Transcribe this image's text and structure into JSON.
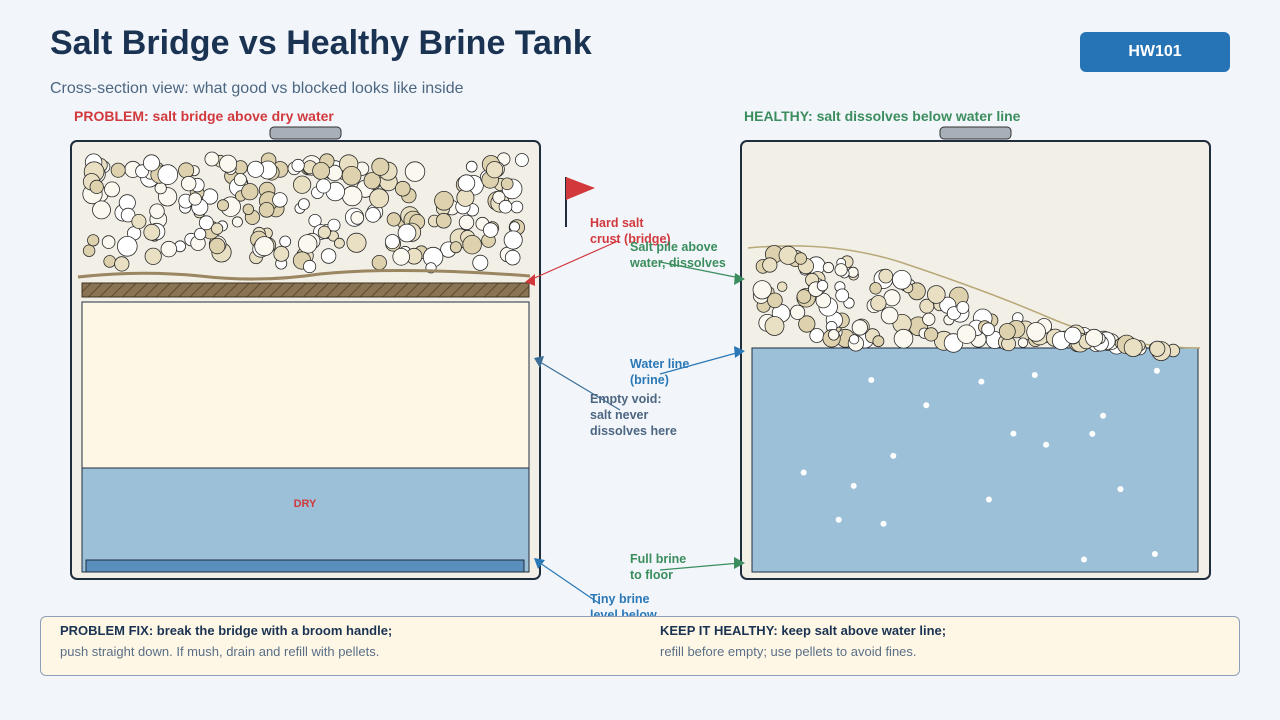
{
  "header": {
    "title": "Salt Bridge vs Healthy Brine Tank",
    "subtitle": "Cross-section view: what good vs blocked looks like inside",
    "badge": "HW101"
  },
  "panels": {
    "problem_label": "PROBLEM: salt bridge above dry water",
    "healthy_label": "HEALTHY: salt dissolves below water line",
    "dry_label": "DRY"
  },
  "callouts": {
    "crust": "Hard salt\ncrust (bridge)",
    "void": "Empty void:\nsalt never\ndissolves here",
    "tiny_brine": "Tiny brine\nlevel below",
    "salt_pile": "Salt pile above\nwater, dissolves",
    "water_line": "Water line\n(brine)",
    "full_brine": "Full brine\nto floor"
  },
  "notes": {
    "fix_head": "PROBLEM FIX: break the bridge with a broom handle;",
    "fix_body": "push straight down. If mush, drain and refill with pellets.",
    "healthy_head": "KEEP IT HEALTHY: keep salt above water line;",
    "healthy_body": "refill before empty; use pellets to avoid fines."
  },
  "colors": {
    "problem": "#d2393d",
    "healthy": "#3b8d5e",
    "water": "#9dc0d9",
    "accent": "#2673b5"
  }
}
